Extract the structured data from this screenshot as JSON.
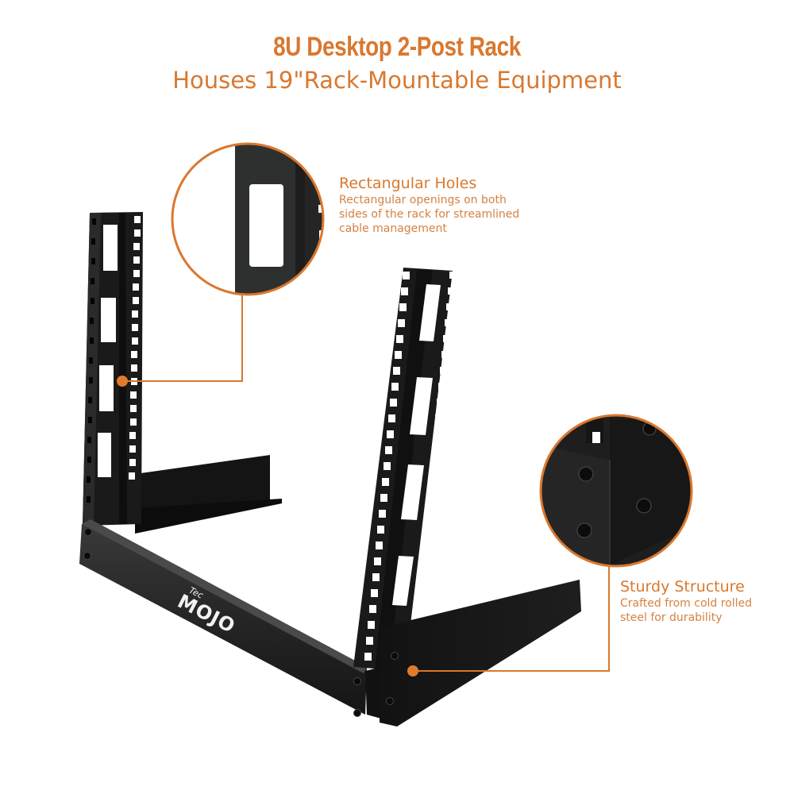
{
  "header": {
    "title": "8U Desktop 2-Post Rack",
    "subtitle": "Houses 19\"Rack-Mountable Equipment"
  },
  "callouts": [
    {
      "heading": "Rectangular Holes",
      "description_lines": [
        "Rectangular openings on both",
        "sides of the rack for streamlined",
        "cable management"
      ]
    },
    {
      "heading": "Sturdy Structure",
      "description_lines": [
        "Crafted from cold rolled",
        "steel for durability"
      ]
    }
  ],
  "product": {
    "brand_small": "Tec",
    "brand_large": "MOJO"
  },
  "colors": {
    "accent": "#D9782F",
    "metal": "#1c1c1c",
    "background": "#ffffff"
  }
}
